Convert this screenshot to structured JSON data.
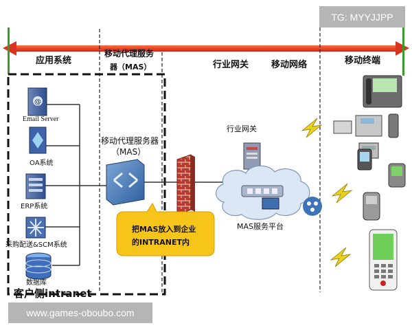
{
  "zones": {
    "app": "应用系统",
    "mas_line1": "移动代理服务",
    "mas_line2": "器（MAS）",
    "gateway": "行业网关",
    "mobile_network": "移动网络",
    "terminal": "移动终端"
  },
  "apps": [
    {
      "label": "Email Server",
      "icon": "email-server-icon"
    },
    {
      "label": "OA系统",
      "icon": "oa-system-icon"
    },
    {
      "label": "ERP系统",
      "icon": "erp-server-icon"
    },
    {
      "label": "采购配送&SCM系统",
      "icon": "scm-system-icon"
    },
    {
      "label": "数据库",
      "icon": "database-icon"
    }
  ],
  "mas_box": {
    "line1": "移动代理服务器",
    "line2": "（MAS）"
  },
  "gateway_label": "行业网关",
  "mas_platform_label": "MAS服务平台",
  "intranet_label": "客户侧intranet",
  "callout": {
    "line1": "把MAS放入到企业",
    "line2": "的INTRANET内"
  },
  "colors": {
    "arrow": "#e8401e",
    "green_bar": "#3a9a2a",
    "callout": "#f7c41a",
    "firewall": "#b83a2c"
  },
  "watermarks": {
    "tg": "TG: MYYJJPP",
    "site": "www.games-oboubo.com"
  }
}
